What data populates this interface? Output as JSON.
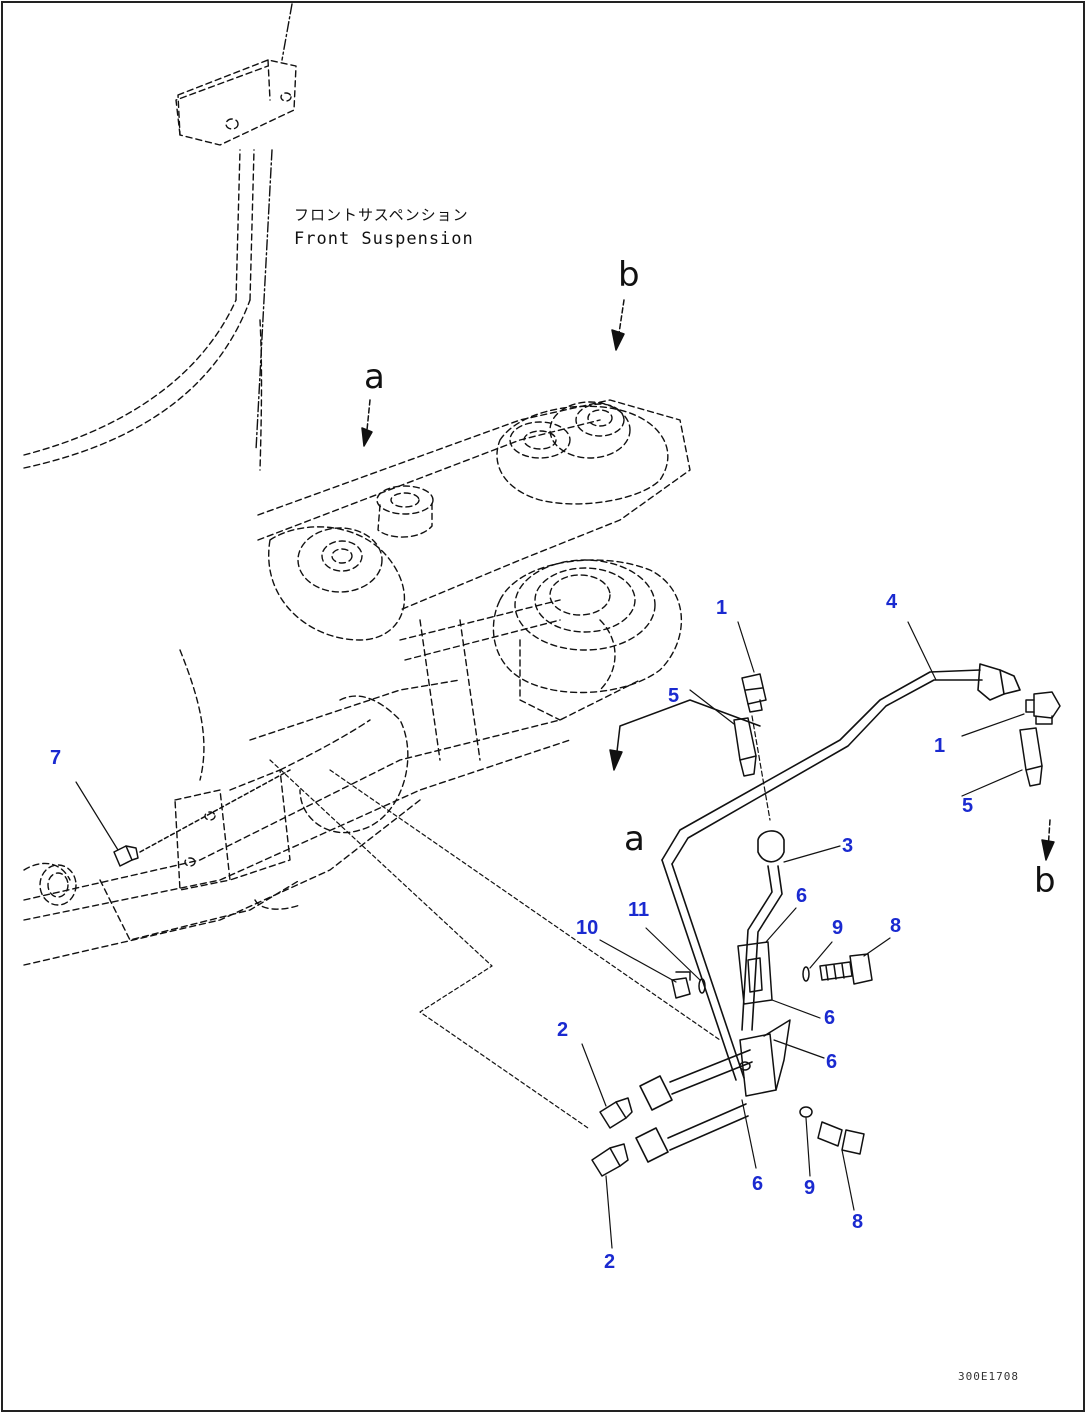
{
  "component": {
    "name_jp": "フロントサスペンション",
    "name_en": "Front Suspension"
  },
  "reference_letters": {
    "a_upper": "a",
    "b_upper": "b",
    "a_lower": "a",
    "b_lower": "b"
  },
  "part_numbers": {
    "p1_upper": "1",
    "p1_right": "1",
    "p2_upper": "2",
    "p2_lower": "2",
    "p3": "3",
    "p4": "4",
    "p5_left": "5",
    "p5_right": "5",
    "p6_a": "6",
    "p6_b": "6",
    "p6_c": "6",
    "p6_d": "6",
    "p7": "7",
    "p8_upper": "8",
    "p8_lower": "8",
    "p9_upper": "9",
    "p9_lower": "9",
    "p10": "10",
    "p11": "11"
  },
  "drawing_code": "300E1708",
  "colors": {
    "line": "#111111",
    "part_label": "#1a2ad0"
  }
}
